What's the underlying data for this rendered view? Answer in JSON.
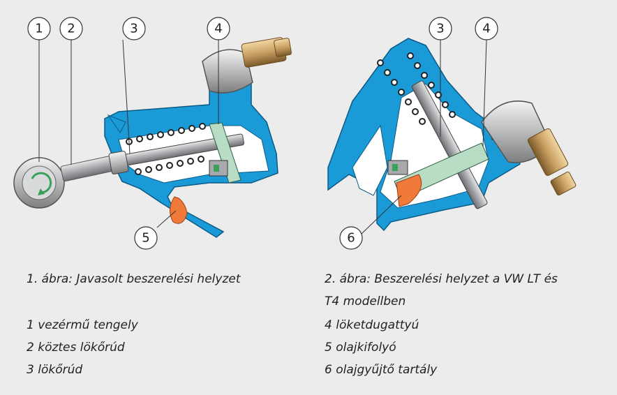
{
  "figures": [
    {
      "caption": "1. ábra: Javasolt beszerelési helyzet",
      "callouts": [
        "1",
        "2",
        "3",
        "4",
        "5"
      ]
    },
    {
      "caption_line1": "2. ábra: Beszerelési helyzet a VW  LT és",
      "caption_line2": "T4 modellben",
      "callouts": [
        "3",
        "4",
        "6"
      ]
    }
  ],
  "legend": {
    "left": [
      "1 vezérmű tengely",
      "2 köztes lökőrúd",
      "3 lökőrúd"
    ],
    "right": [
      "4 löketdugattyú",
      "5 olajkifolyó",
      "6 olajgyűjtő tartály"
    ]
  },
  "colors": {
    "housing": "#1a9ad6",
    "piston": "#b8dcc4",
    "oil": "#f07a3a",
    "rod": "#a7a9ac",
    "fitting": "#c9a063",
    "background": "#ececec"
  }
}
